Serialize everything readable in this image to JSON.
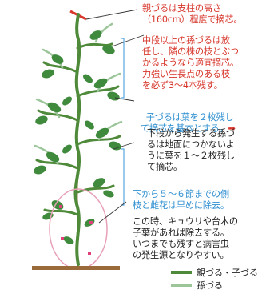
{
  "colors": {
    "main_vine": "#4e8a3a",
    "side_vine": "#9cc59a",
    "leaf": "#3f8a3c",
    "bracket": "#5aa7e0",
    "circle": "#e8a0b6",
    "soil": "#9a6a3a",
    "red_text": "#d7362b",
    "blue_text": "#2f8fd0",
    "arrow": "#d7362b"
  },
  "notes": {
    "top": "親づるは支柱の高さ\n（160cm）程度で摘芯。",
    "middle_red": "中段以上の孫づるは放\n任し、隣の株の枝とぶつ\nかるようなら適宜摘芯。\n力強い生長点のある枝\nを必ず3～4本残す。",
    "child_vine": "子づるは葉を２枚残し\nて摘芯を基本とする。",
    "arrow_icon": "➡",
    "lower": "下段から発生する孫づ\nるは地面につかないよ\nうに葉を１～２枚残し\nて摘芯。",
    "bottom_blue": "下から５～６節までの側\n枝と雌花は早めに除去。",
    "bottom_black": "この時、キュウリや台木の\n子葉があれば除去する。\nいつまでも残すと病害虫\nの発生源となりやすい。"
  },
  "legend": [
    {
      "label": "親づる・子づる",
      "icon": "main-vine-swatch"
    },
    {
      "label": "孫づる",
      "icon": "side-vine-swatch"
    }
  ]
}
